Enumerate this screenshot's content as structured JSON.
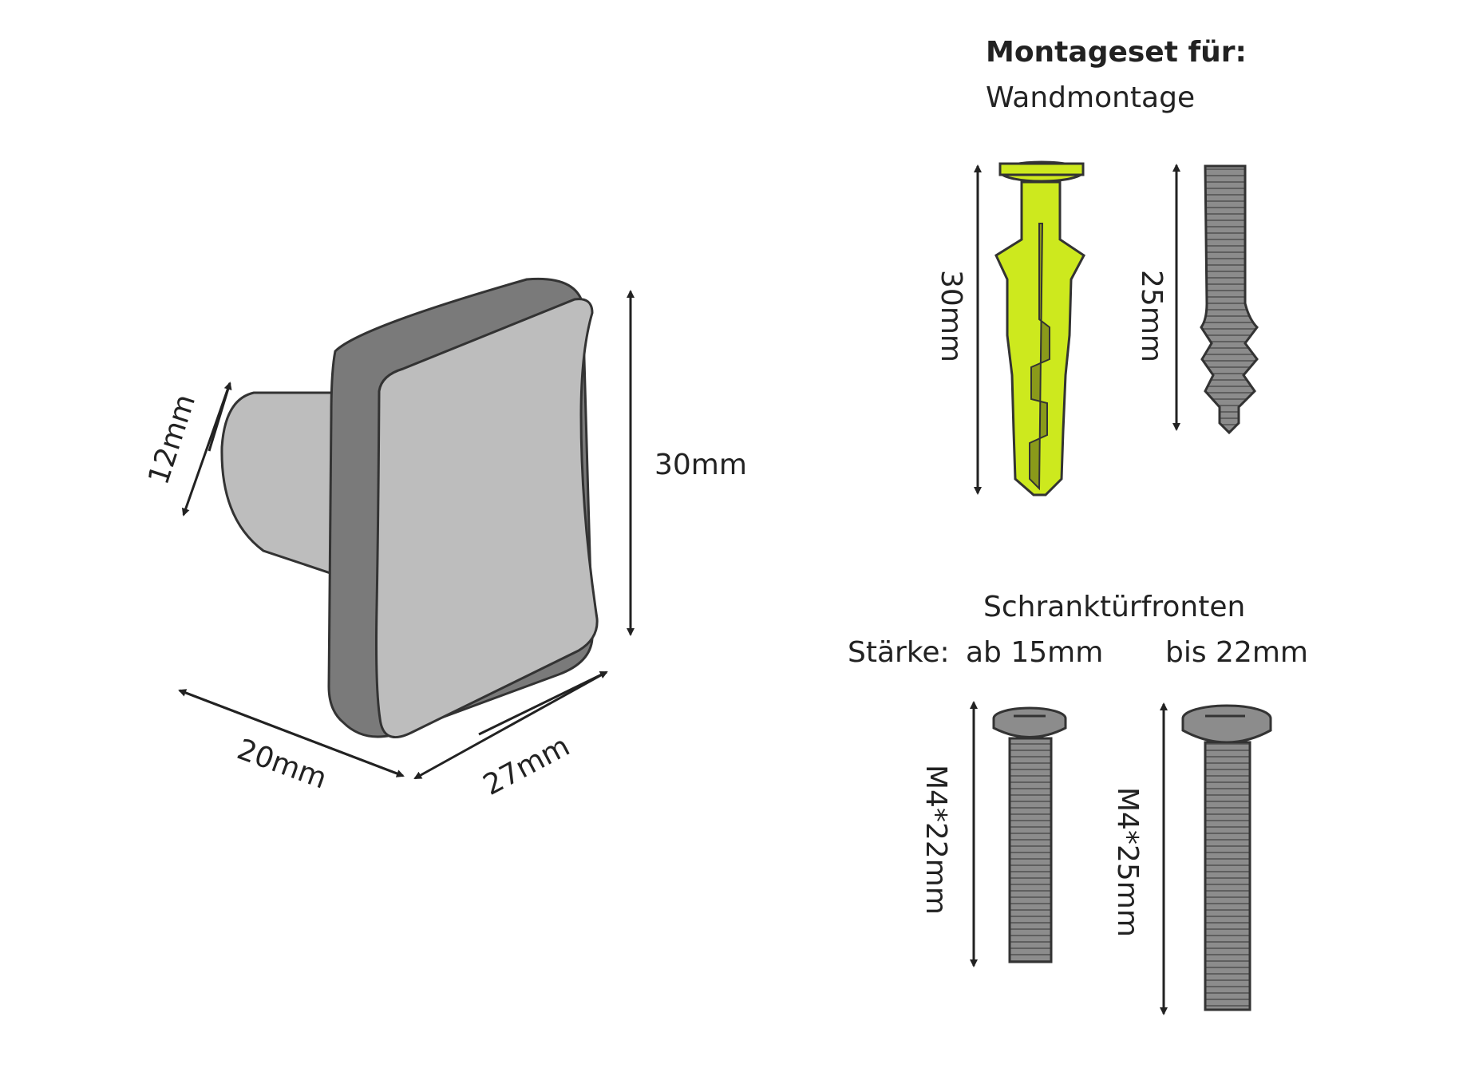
{
  "colors": {
    "outline": "#333333",
    "knob_face": "#bdbdbd",
    "knob_side": "#7a7a7a",
    "anchor": "#cde91e",
    "anchor_dark": "#8a9a1a",
    "screw": "#8c8c8c",
    "arrow": "#222222"
  },
  "knob": {
    "height_label": "30mm",
    "depth_label": "20mm",
    "width_label": "27mm",
    "neck_label": "12mm"
  },
  "kit": {
    "title": "Montageset für:",
    "wall_heading": "Wandmontage",
    "anchor_label": "30mm",
    "wood_screw_label": "25mm",
    "door_heading": "Schranktürfronten",
    "thickness_label": "Stärke:",
    "from_label": "ab 15mm",
    "to_label": "bis 22mm",
    "bolt_short_label": "M4*22mm",
    "bolt_long_label": "M4*25mm"
  }
}
